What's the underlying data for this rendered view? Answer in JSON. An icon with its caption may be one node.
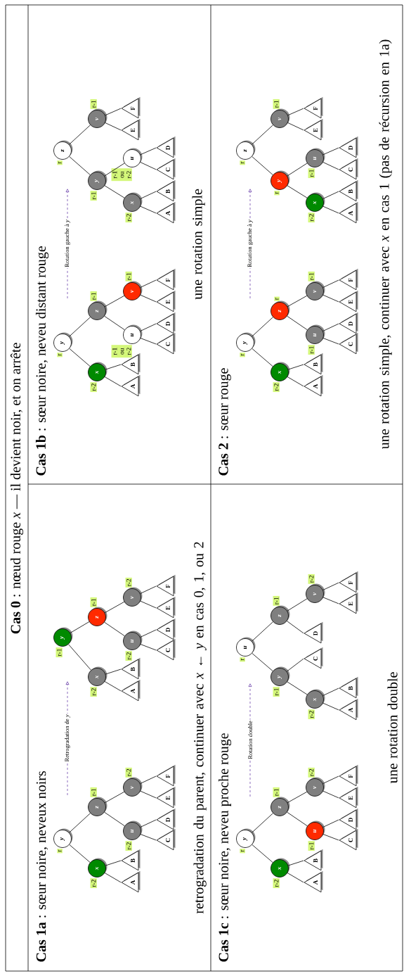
{
  "diagram": {
    "nodes": [
      {
        "text": [
          "y"
        ],
        "beside": [
          "r"
        ]
      },
      {
        "text": [
          "x"
        ],
        "beside": [
          "r-2"
        ]
      },
      {
        "text": [
          "A"
        ]
      },
      {
        "text": [
          "B"
        ]
      },
      {
        "text": [
          "z"
        ],
        "beside": [
          "r-1"
        ]
      },
      {
        "text": [
          "u"
        ],
        "beside": [
          "r-2"
        ]
      },
      {
        "text": [
          "C"
        ]
      },
      {
        "text": [
          "D"
        ]
      },
      {
        "text": [
          "v"
        ],
        "beside": [
          "r-2"
        ]
      },
      {
        "text": [
          "E"
        ]
      },
      {
        "text": [
          "F"
        ]
      },
      {
        "text": [
          "y"
        ],
        "beside": [
          "r-1"
        ]
      },
      {
        "text": [
          "x"
        ],
        "beside": [
          "r-2"
        ]
      },
      {
        "text": [
          "A"
        ]
      },
      {
        "text": [
          "B"
        ]
      },
      {
        "text": [
          "z"
        ],
        "beside": [
          "r-1"
        ]
      },
      {
        "text": [
          "u"
        ],
        "beside": [
          "r-2"
        ]
      },
      {
        "text": [
          "C"
        ]
      },
      {
        "text": [
          "D"
        ]
      },
      {
        "text": [
          "v"
        ],
        "beside": [
          "r-2"
        ]
      },
      {
        "text": [
          "E"
        ]
      },
      {
        "text": [
          "F"
        ]
      },
      {
        "text": [
          "y"
        ],
        "beside": [
          "r"
        ]
      },
      {
        "text": [
          "x"
        ],
        "beside": [
          "r-2"
        ]
      },
      {
        "text": [
          "A"
        ]
      },
      {
        "text": [
          "B"
        ]
      },
      {
        "text": [
          "z"
        ],
        "beside": [
          "r-1"
        ]
      },
      {
        "text": [
          "u"
        ],
        "beside": [
          "r-1 ou r-2"
        ]
      },
      {
        "text": [
          "C"
        ]
      },
      {
        "text": [
          "D"
        ]
      },
      {
        "text": [
          "v"
        ],
        "beside": [
          "r-1"
        ]
      },
      {
        "text": [
          "E"
        ]
      },
      {
        "text": [
          "F"
        ]
      },
      {
        "text": [
          "z"
        ],
        "beside": [
          "r"
        ]
      },
      {
        "text": [
          "y"
        ],
        "beside": [
          "r-1"
        ]
      },
      {
        "text": [
          "x"
        ],
        "beside": [
          "r-2"
        ]
      },
      {
        "text": [
          "A"
        ]
      },
      {
        "text": [
          "B"
        ]
      },
      {
        "text": [
          "u"
        ],
        "beside": [
          "r-1 ou r-2"
        ]
      },
      {
        "text": [
          "C"
        ]
      },
      {
        "text": [
          "D"
        ]
      },
      {
        "text": [
          "v"
        ],
        "beside": [
          "r-1"
        ]
      },
      {
        "text": [
          "E"
        ]
      },
      {
        "text": [
          "F"
        ]
      },
      {
        "text": [
          "y"
        ],
        "beside": [
          "r"
        ]
      },
      {
        "text": [
          "x"
        ],
        "beside": [
          "r-2"
        ]
      },
      {
        "text": [
          "A"
        ]
      },
      {
        "text": [
          "B"
        ]
      },
      {
        "text": [
          "z"
        ],
        "beside": [
          "r-1"
        ]
      },
      {
        "text": [
          "u"
        ],
        "beside": [
          "r-1"
        ]
      },
      {
        "text": [
          "C"
        ]
      },
      {
        "text": [
          "D"
        ]
      },
      {
        "text": [
          "v"
        ],
        "beside": [
          "r-2"
        ]
      },
      {
        "text": [
          "E"
        ]
      },
      {
        "text": [
          "F"
        ]
      },
      {
        "text": [
          "u"
        ],
        "beside": [
          "r"
        ]
      },
      {
        "text": [
          "y"
        ],
        "beside": [
          "r-1"
        ]
      },
      {
        "text": [
          "x"
        ],
        "beside": [
          "r-2"
        ]
      },
      {
        "text": [
          "A"
        ]
      },
      {
        "text": [
          "B"
        ]
      },
      {
        "text": [
          "C"
        ]
      },
      {
        "text": [
          "z"
        ],
        "beside": [
          "r-1"
        ]
      },
      {
        "text": [
          "D"
        ]
      },
      {
        "text": [
          "v"
        ],
        "beside": [
          "r-2"
        ]
      },
      {
        "text": [
          "E"
        ]
      },
      {
        "text": [
          "F"
        ]
      },
      {
        "text": [
          "y"
        ],
        "beside": [
          "r"
        ]
      },
      {
        "text": [
          "x"
        ],
        "beside": [
          "r-2"
        ]
      },
      {
        "text": [
          "A"
        ]
      },
      {
        "text": [
          "B"
        ]
      },
      {
        "text": [
          "z"
        ],
        "beside": [
          "r"
        ]
      },
      {
        "text": [
          "u"
        ],
        "beside": [
          "r-1"
        ]
      },
      {
        "text": [
          "C"
        ]
      },
      {
        "text": [
          "D"
        ]
      },
      {
        "text": [
          "v"
        ],
        "beside": [
          "r-1"
        ]
      },
      {
        "text": [
          "E"
        ]
      },
      {
        "text": [
          "F"
        ]
      },
      {
        "text": [
          "z"
        ],
        "beside": [
          "r"
        ]
      },
      {
        "text": [
          "y"
        ],
        "beside": [
          "r"
        ]
      },
      {
        "text": [
          "x"
        ],
        "beside": [
          "r-2"
        ]
      },
      {
        "text": [
          "A"
        ]
      },
      {
        "text": [
          "B"
        ]
      },
      {
        "text": [
          "u"
        ],
        "beside": [
          "r-1"
        ]
      },
      {
        "text": [
          "C"
        ]
      },
      {
        "text": [
          "D"
        ]
      },
      {
        "text": [
          "v"
        ],
        "beside": [
          "r-1"
        ]
      },
      {
        "text": [
          "E"
        ]
      },
      {
        "text": [
          "F"
        ]
      }
    ],
    "edges": [
      {
        "from": 0,
        "to": 1,
        "arrow": "none"
      },
      {
        "from": 1,
        "to": 2,
        "arrow": "none"
      },
      {
        "from": 1,
        "to": 3,
        "arrow": "none"
      },
      {
        "from": 0,
        "to": 4,
        "arrow": "none"
      },
      {
        "from": 4,
        "to": 5,
        "arrow": "none"
      },
      {
        "from": 5,
        "to": 6,
        "arrow": "none"
      },
      {
        "from": 5,
        "to": 7,
        "arrow": "none"
      },
      {
        "from": 4,
        "to": 8,
        "arrow": "none"
      },
      {
        "from": 8,
        "to": 9,
        "arrow": "none"
      },
      {
        "from": 8,
        "to": 10,
        "arrow": "none"
      },
      {
        "from": 11,
        "to": 12,
        "arrow": "none"
      },
      {
        "from": 12,
        "to": 13,
        "arrow": "none"
      },
      {
        "from": 12,
        "to": 14,
        "arrow": "none"
      },
      {
        "from": 11,
        "to": 15,
        "arrow": "none"
      },
      {
        "from": 15,
        "to": 16,
        "arrow": "none"
      },
      {
        "from": 16,
        "to": 17,
        "arrow": "none"
      },
      {
        "from": 16,
        "to": 18,
        "arrow": "none"
      },
      {
        "from": 15,
        "to": 19,
        "arrow": "none"
      },
      {
        "from": 19,
        "to": 20,
        "arrow": "none"
      },
      {
        "from": 19,
        "to": 21,
        "arrow": "none"
      },
      {
        "from": 22,
        "to": 23,
        "arrow": "none"
      },
      {
        "from": 23,
        "to": 24,
        "arrow": "none"
      },
      {
        "from": 23,
        "to": 25,
        "arrow": "none"
      },
      {
        "from": 22,
        "to": 26,
        "arrow": "none"
      },
      {
        "from": 26,
        "to": 27,
        "arrow": "none"
      },
      {
        "from": 27,
        "to": 28,
        "arrow": "none"
      },
      {
        "from": 27,
        "to": 29,
        "arrow": "none"
      },
      {
        "from": 26,
        "to": 30,
        "arrow": "none"
      },
      {
        "from": 30,
        "to": 31,
        "arrow": "none"
      },
      {
        "from": 30,
        "to": 32,
        "arrow": "none"
      },
      {
        "from": 33,
        "to": 34,
        "arrow": "none"
      },
      {
        "from": 34,
        "to": 35,
        "arrow": "none"
      },
      {
        "from": 35,
        "to": 36,
        "arrow": "none"
      },
      {
        "from": 35,
        "to": 37,
        "arrow": "none"
      },
      {
        "from": 34,
        "to": 38,
        "arrow": "none"
      },
      {
        "from": 38,
        "to": 39,
        "arrow": "none"
      },
      {
        "from": 38,
        "to": 40,
        "arrow": "none"
      },
      {
        "from": 33,
        "to": 41,
        "arrow": "none"
      },
      {
        "from": 41,
        "to": 42,
        "arrow": "none"
      },
      {
        "from": 41,
        "to": 43,
        "arrow": "none"
      },
      {
        "from": 44,
        "to": 45,
        "arrow": "none"
      },
      {
        "from": 45,
        "to": 46,
        "arrow": "none"
      },
      {
        "from": 45,
        "to": 47,
        "arrow": "none"
      },
      {
        "from": 44,
        "to": 48,
        "arrow": "none"
      },
      {
        "from": 48,
        "to": 49,
        "arrow": "none"
      },
      {
        "from": 49,
        "to": 50,
        "arrow": "none"
      },
      {
        "from": 49,
        "to": 51,
        "arrow": "none"
      },
      {
        "from": 48,
        "to": 52,
        "arrow": "none"
      },
      {
        "from": 52,
        "to": 53,
        "arrow": "none"
      },
      {
        "from": 52,
        "to": 54,
        "arrow": "none"
      },
      {
        "from": 55,
        "to": 56,
        "arrow": "none"
      },
      {
        "from": 56,
        "to": 57,
        "arrow": "none"
      },
      {
        "from": 57,
        "to": 58,
        "arrow": "none"
      },
      {
        "from": 57,
        "to": 59,
        "arrow": "none"
      },
      {
        "from": 56,
        "to": 60,
        "arrow": "none"
      },
      {
        "from": 55,
        "to": 61,
        "arrow": "none"
      },
      {
        "from": 61,
        "to": 62,
        "arrow": "none"
      },
      {
        "from": 61,
        "to": 63,
        "arrow": "none"
      },
      {
        "from": 63,
        "to": 64,
        "arrow": "none"
      },
      {
        "from": 63,
        "to": 65,
        "arrow": "none"
      },
      {
        "from": 66,
        "to": 67,
        "arrow": "none"
      },
      {
        "from": 67,
        "to": 68,
        "arrow": "none"
      },
      {
        "from": 67,
        "to": 69,
        "arrow": "none"
      },
      {
        "from": 66,
        "to": 70,
        "arrow": "none"
      },
      {
        "from": 70,
        "to": 71,
        "arrow": "none"
      },
      {
        "from": 71,
        "to": 72,
        "arrow": "none"
      },
      {
        "from": 71,
        "to": 73,
        "arrow": "none"
      },
      {
        "from": 70,
        "to": 74,
        "arrow": "none"
      },
      {
        "from": 74,
        "to": 75,
        "arrow": "none"
      },
      {
        "from": 74,
        "to": 76,
        "arrow": "none"
      },
      {
        "from": 77,
        "to": 78,
        "arrow": "none"
      },
      {
        "from": 78,
        "to": 79,
        "arrow": "none"
      },
      {
        "from": 79,
        "to": 80,
        "arrow": "none"
      },
      {
        "from": 79,
        "to": 81,
        "arrow": "none"
      },
      {
        "from": 78,
        "to": 82,
        "arrow": "none"
      },
      {
        "from": 82,
        "to": 83,
        "arrow": "none"
      },
      {
        "from": 82,
        "to": 84,
        "arrow": "none"
      },
      {
        "from": 77,
        "to": 85,
        "arrow": "none"
      },
      {
        "from": 85,
        "to": 86,
        "arrow": "none"
      },
      {
        "from": 85,
        "to": 87,
        "arrow": "none"
      }
    ],
    "labels": [
      "**Cas 0** : nœud rouge *x* — il devient noir, et on arrête",
      "**Cas 1a** : sœur noire, neveux noirs",
      "Retrogradation de *y*",
      "retrogradation du parent, continuer avec *x* ← *y* en cas 0, 1, ou 2",
      "**Cas 1b** : sœur noire, neveu distant rouge",
      "Rotation gauche à *y*",
      "une rotation simple",
      "**Cas 1c** : sœur noire, neveu proche rouge",
      "Rotation double",
      "une rotation double",
      "**Cas 2** : sœur rouge",
      "Rotation gauche à *y*",
      "une rotation simple, continuer avec *x* en cas 1 (pas de récursion en 1a)"
    ]
  }
}
